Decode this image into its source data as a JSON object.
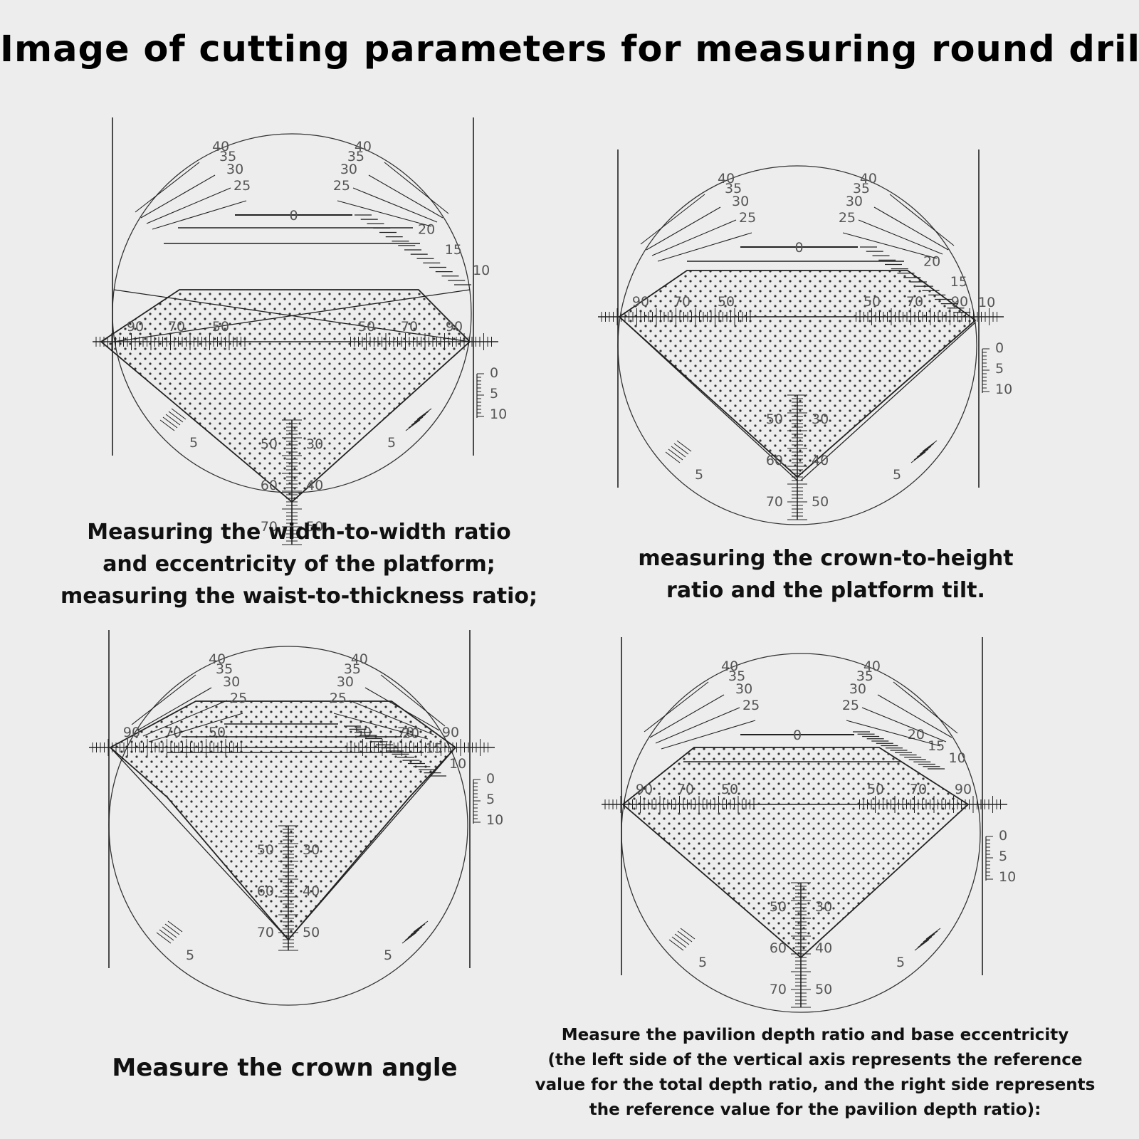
{
  "title": "Image of cutting parameters for measuring round drills",
  "captions": {
    "width_ratio": [
      "Measuring the width-to-width ratio",
      "and eccentricity of the platform;",
      "measuring the waist-to-thickness ratio;"
    ],
    "crown_height": [
      "measuring the crown-to-height",
      "ratio and the platform tilt."
    ],
    "crown_angle": [
      "Measure the crown angle"
    ],
    "pavilion_depth": [
      "Measure the pavilion depth ratio and base eccentricity",
      "(the left side of the vertical axis represents the reference",
      "value for the total depth ratio, and the right side represents",
      "the reference value for the pavilion depth ratio):"
    ]
  },
  "reticle_labels": {
    "left_fan": [
      "40",
      "35",
      "30",
      "25"
    ],
    "right_fan": [
      "40",
      "35",
      "30",
      "25"
    ],
    "table_scale": [
      "0",
      "20",
      "15",
      "10"
    ],
    "girdle_scale": [
      "90",
      "70",
      "50",
      "50",
      "70",
      "90"
    ],
    "thickness_scale": [
      "0",
      "5",
      "10"
    ],
    "depth_left": [
      "50",
      "60",
      "70"
    ],
    "depth_right": [
      "30",
      "40",
      "50"
    ],
    "tilt": [
      "5",
      "5"
    ]
  },
  "diagram_names": [
    "width-ratio",
    "crown-height",
    "crown-angle",
    "pavilion-depth"
  ],
  "colors": {
    "background": "#ededee",
    "ink": "#222222",
    "label": "#555555"
  }
}
